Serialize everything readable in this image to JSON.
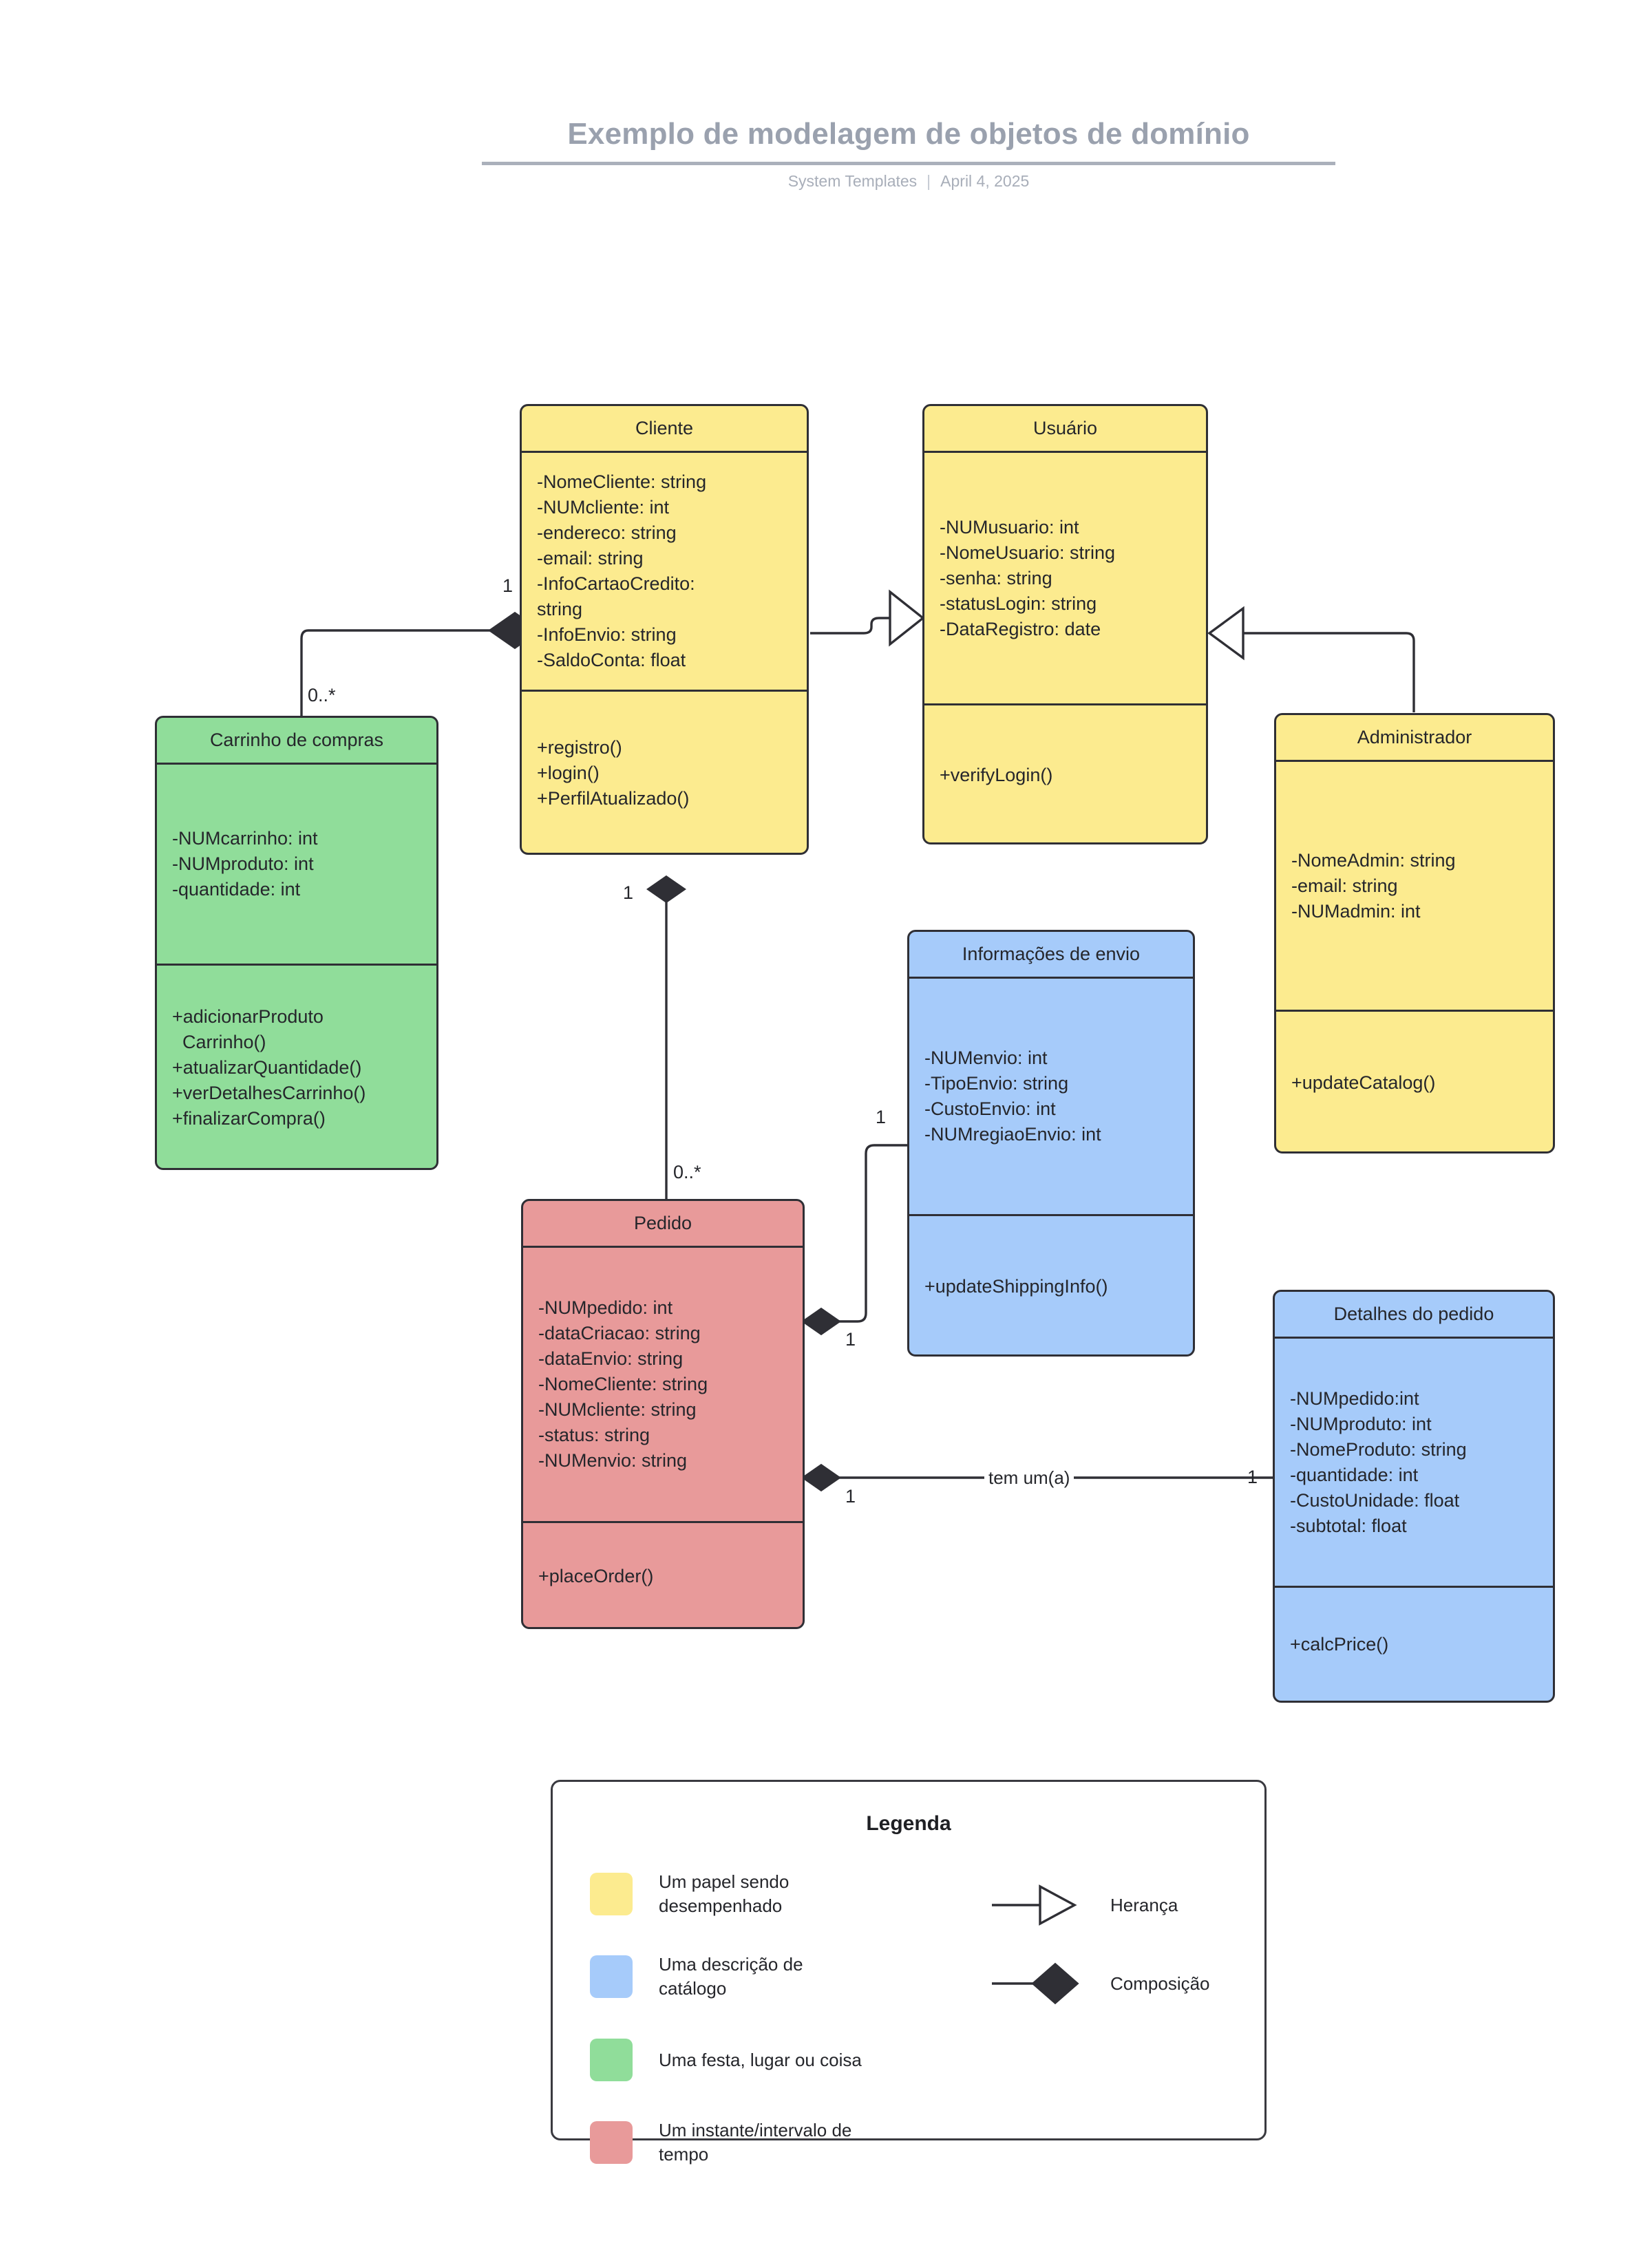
{
  "header": {
    "title": "Exemplo de modelagem de objetos de domínio",
    "author": "System Templates",
    "separator": "|",
    "date": "April 4, 2025"
  },
  "diagram": {
    "type": "uml-class-diagram",
    "classes": [
      {
        "id": "cliente",
        "name": "Cliente",
        "color": "#FCEB8F",
        "category": "Um papel sendo desempenhado",
        "attributes": [
          "-NomeCliente: string",
          "-NUMcliente: int",
          "-endereco: string",
          "-email: string",
          "-InfoCartaoCredito:\nstring",
          "-InfoEnvio: string",
          "-SaldoConta: float"
        ],
        "methods": [
          "+registro()",
          "+login()",
          "+PerfilAtualizado()"
        ]
      },
      {
        "id": "usuario",
        "name": "Usuário",
        "color": "#FCEB8F",
        "category": "Um papel sendo desempenhado",
        "attributes": [
          "-NUMusuario: int",
          "-NomeUsuario: string",
          "-senha: string",
          "-statusLogin: string",
          "-DataRegistro: date"
        ],
        "methods": [
          "+verifyLogin()"
        ]
      },
      {
        "id": "administrador",
        "name": "Administrador",
        "color": "#FCEB8F",
        "category": "Um papel sendo desempenhado",
        "attributes": [
          "-NomeAdmin: string",
          "-email: string",
          "-NUMadmin: int"
        ],
        "methods": [
          "+updateCatalog()"
        ]
      },
      {
        "id": "carrinho",
        "name": "Carrinho de compras",
        "color": "#90DD9A",
        "category": "Uma festa, lugar ou coisa",
        "attributes": [
          "-NUMcarrinho: int",
          "-NUMproduto: int",
          "-quantidade: int"
        ],
        "methods": [
          "+adicionarProduto\n  Carrinho()",
          "+atualizarQuantidade()",
          "+verDetalhesCarrinho()",
          "+finalizarCompra()"
        ]
      },
      {
        "id": "envio",
        "name": "Informações de envio",
        "color": "#A6CBFA",
        "category": "Uma descrição de catálogo",
        "attributes": [
          "-NUMenvio: int",
          "-TipoEnvio: string",
          "-CustoEnvio: int",
          "-NUMregiaoEnvio: int"
        ],
        "methods": [
          "+updateShippingInfo()"
        ]
      },
      {
        "id": "pedido",
        "name": "Pedido",
        "color": "#E89A9A",
        "category": "Um instante/intervalo de tempo",
        "attributes": [
          "-NUMpedido: int",
          "-dataCriacao: string",
          "-dataEnvio: string",
          "-NomeCliente: string",
          "-NUMcliente: string",
          "-status: string",
          "-NUMenvio: string"
        ],
        "methods": [
          "+placeOrder()"
        ]
      },
      {
        "id": "detalhes",
        "name": "Detalhes do pedido",
        "color": "#A6CBFA",
        "category": "Uma descrição de catálogo",
        "attributes": [
          "-NUMpedido:int",
          "-NUMproduto: int",
          "-NomeProduto: string",
          "-quantidade: int",
          "-CustoUnidade: float",
          "-subtotal: float"
        ],
        "methods": [
          "+calcPrice()"
        ]
      }
    ],
    "relationships": [
      {
        "id": "r1",
        "from": "cliente",
        "to": "carrinho",
        "kind": "Composição",
        "from_mult": "1",
        "to_mult": "0..*",
        "label": ""
      },
      {
        "id": "r2",
        "from": "cliente",
        "to": "usuario",
        "kind": "Herança",
        "from_mult": "",
        "to_mult": "",
        "label": ""
      },
      {
        "id": "r3",
        "from": "administrador",
        "to": "usuario",
        "kind": "Herança",
        "from_mult": "",
        "to_mult": "",
        "label": ""
      },
      {
        "id": "r4",
        "from": "cliente",
        "to": "pedido",
        "kind": "Composição",
        "from_mult": "1",
        "to_mult": "0..*",
        "label": ""
      },
      {
        "id": "r5",
        "from": "pedido",
        "to": "envio",
        "kind": "Composição",
        "from_mult": "1",
        "to_mult": "1",
        "label": ""
      },
      {
        "id": "r6",
        "from": "pedido",
        "to": "detalhes",
        "kind": "Composição",
        "from_mult": "1",
        "to_mult": "1",
        "label": "tem um(a)"
      }
    ]
  },
  "legend": {
    "title": "Legenda",
    "color_items": [
      {
        "color": "#FCEB8F",
        "label": "Um papel sendo\ndesempenhado"
      },
      {
        "color": "#A6CBFA",
        "label": "Uma descrição de\ncatálogo"
      },
      {
        "color": "#90DD9A",
        "label": "Uma festa, lugar ou coisa"
      },
      {
        "color": "#E89A9A",
        "label": "Um instante/intervalo de\ntempo"
      }
    ],
    "relation_items": [
      {
        "icon": "hollow-triangle-arrow",
        "label": "Herança"
      },
      {
        "icon": "filled-diamond",
        "label": "Composição"
      }
    ]
  }
}
